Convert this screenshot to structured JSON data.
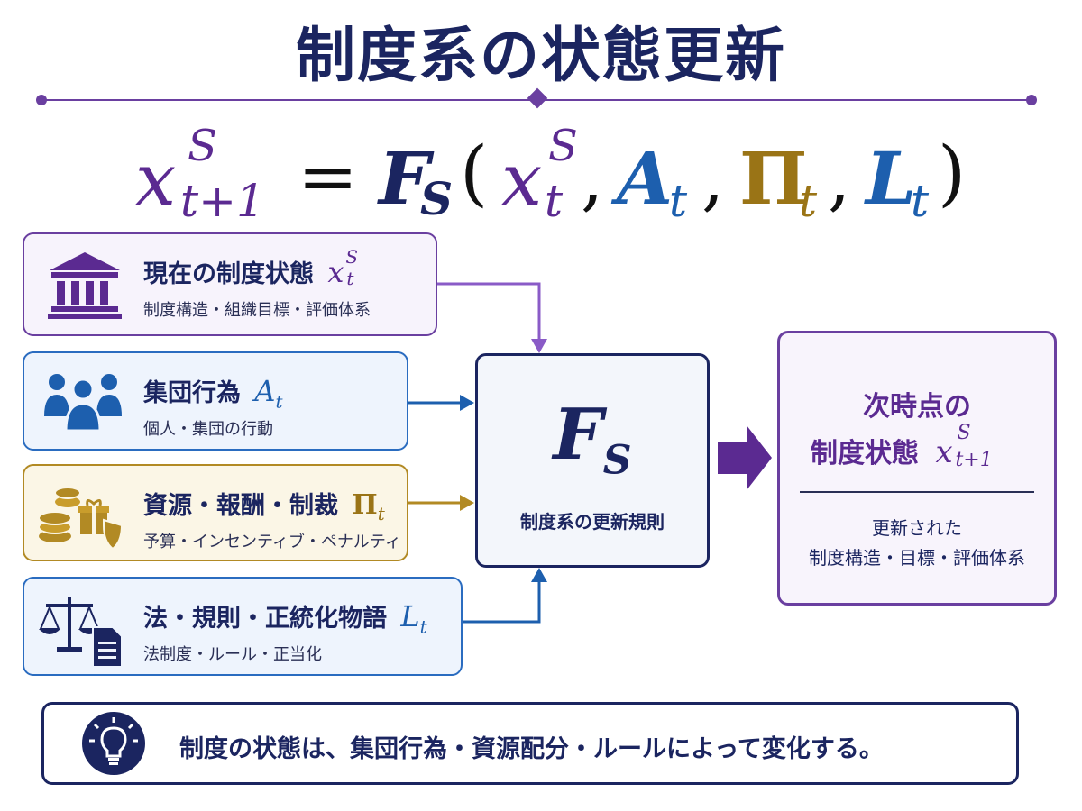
{
  "title": "制度系の状態更新",
  "equation": {
    "lhs_var": "x",
    "lhs_sup": "S",
    "lhs_sub": "t+1",
    "equals": "=",
    "func": "F",
    "func_sub": "S",
    "open_paren": "(",
    "arg1_var": "x",
    "arg1_sup": "S",
    "arg1_sub": "t",
    "arg2_var": "A",
    "arg2_sub": "t",
    "arg3_var": "Π",
    "arg3_sub": "t",
    "arg4_var": "L",
    "arg4_sub": "t",
    "comma": ",",
    "close_paren": ")"
  },
  "inputs": [
    {
      "label": "現在の制度状態",
      "symbol": "x",
      "symbol_sup": "S",
      "symbol_sub": "t",
      "description": "制度構造・組織目標・評価体系",
      "icon": "institution-icon",
      "color": "#6a3fa0"
    },
    {
      "label": "集団行為",
      "symbol": "A",
      "symbol_sub": "t",
      "description": "個人・集団の行動",
      "icon": "people-group-icon",
      "color": "#2a6cc0"
    },
    {
      "label": "資源・報酬・制裁",
      "symbol": "Π",
      "symbol_sub": "t",
      "description": "予算・インセンティブ・ペナルティ",
      "icon": "coins-gift-shield-icon",
      "color": "#b28a24"
    },
    {
      "label": "法・規則・正統化物語",
      "symbol": "L",
      "symbol_sub": "t",
      "description": "法制度・ルール・正当化",
      "icon": "scales-document-icon",
      "color": "#2a6cc0"
    }
  ],
  "center": {
    "symbol": "F",
    "symbol_sub": "S",
    "label": "制度系の更新規則"
  },
  "output": {
    "title_line1": "次時点の",
    "title_line2": "制度状態",
    "symbol": "x",
    "symbol_sup": "S",
    "symbol_sub": "t+1",
    "line1": "更新された",
    "line2": "制度構造・目標・評価体系"
  },
  "summary": {
    "icon": "lightbulb-icon",
    "text": "制度の状態は、集団行為・資源配分・ルールによって変化する。"
  },
  "colors": {
    "navy": "#1b2560",
    "purple": "#6a3fa0",
    "blue": "#2a6cc0",
    "gold": "#b28a24"
  }
}
